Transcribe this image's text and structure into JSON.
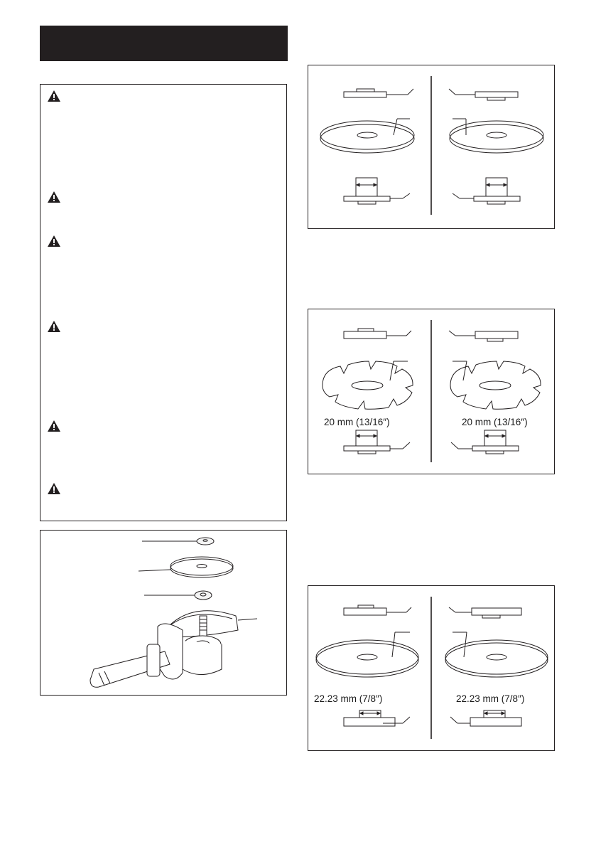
{
  "page": {
    "header_bar_text": ""
  },
  "warnings": {
    "count": 6,
    "icon_name": "warning-triangle-icon",
    "color": "#231f20"
  },
  "figures": {
    "assembly": {
      "icon_name": "grinder-assembly-illustration"
    },
    "wheel_installation_1": {
      "icon_name": "depressed-center-wheel-diagram"
    },
    "wheel_installation_2": {
      "icon_name": "diamond-wheel-diagram",
      "left_dim_label": "20 mm (13/16″)",
      "right_dim_label": "20 mm (13/16″)"
    },
    "wheel_installation_3": {
      "icon_name": "flat-wheel-diagram",
      "left_dim_label": "22.23 mm (7/8″)",
      "right_dim_label": "22.23 mm (7/8″)"
    }
  }
}
